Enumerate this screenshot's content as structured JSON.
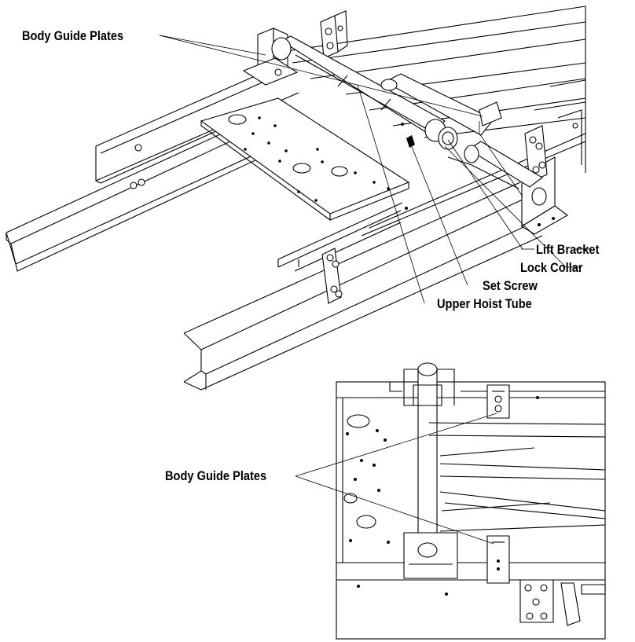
{
  "labels": {
    "top_body_guide_plates": "Body Guide Plates",
    "lift_bracket": "Lift Bracket",
    "lock_collar": "Lock Collar",
    "set_screw": "Set Screw",
    "upper_hoist_tube": "Upper Hoist Tube",
    "bottom_body_guide_plates": "Body Guide Plates"
  },
  "colors": {
    "line": "#000000",
    "background": "#ffffff"
  }
}
